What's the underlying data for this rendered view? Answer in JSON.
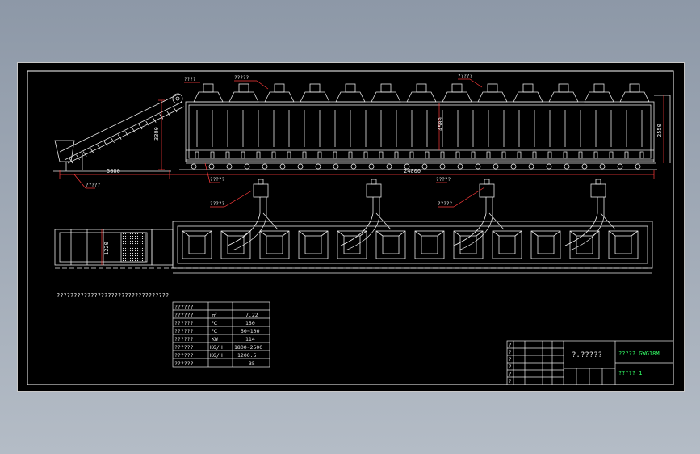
{
  "drawing": {
    "dims": {
      "elevator_height": "3300",
      "dryer_height": "2550",
      "feed_length": "5000",
      "dryer_length": "24000",
      "plan_width": "1220",
      "dim_small": "4500"
    },
    "callouts": {
      "top_left": "????",
      "top_mid": "?????",
      "top_right": "?????",
      "elevator": "?????",
      "fan": "?????",
      "burner": "?????",
      "plan_fan": "?????",
      "plan_fan2": "?????"
    },
    "notes_title": "?????????????????????????????????",
    "spec_table": {
      "rows": [
        [
          "??????",
          "",
          ""
        ],
        [
          "??????",
          "㎡",
          "7.22"
        ],
        [
          "??????",
          "℃",
          "150"
        ],
        [
          "??????",
          "℃",
          "50~100"
        ],
        [
          "??????",
          "KW",
          "114"
        ],
        [
          "??????",
          "KG/H",
          "1800~2500"
        ],
        [
          "??????",
          "KG/H",
          "1200.5"
        ],
        [
          "??????",
          "",
          "35"
        ]
      ]
    },
    "title_block": {
      "project": "?.?????",
      "drawing_name": "????? GWG18M",
      "drawing_no": "????? 1",
      "row_labels": [
        "?",
        "?",
        "?",
        "?",
        "?",
        "?"
      ]
    },
    "colors": {
      "line": "#e8e8e8",
      "dimension": "#ff3b3b",
      "title": "#33ff66",
      "frame": "#ffffff",
      "background": "#000000",
      "outer": "#9aa4b1"
    }
  }
}
